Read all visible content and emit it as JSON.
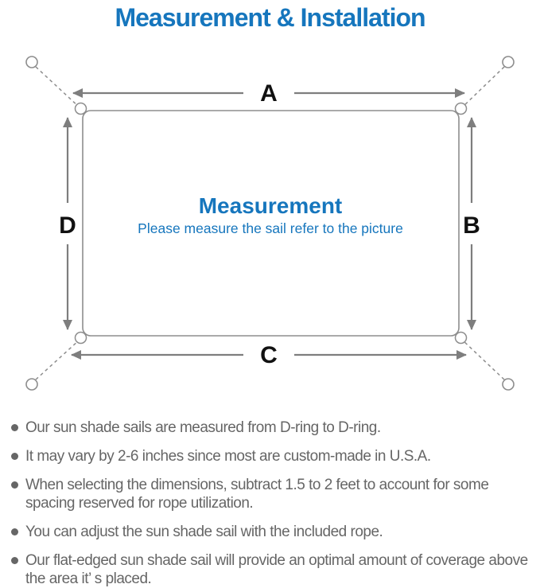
{
  "title": "Measurement & Installation",
  "diagram": {
    "label_a": "A",
    "label_b": "B",
    "label_c": "C",
    "label_d": "D",
    "center_title": "Measurement",
    "center_subtitle": "Please measure the sail refer to the picture"
  },
  "notes": [
    "Our sun shade sails are measured from D-ring to D-ring.",
    "It may vary by 2-6 inches since most are custom-made in U.S.A.",
    "When selecting the dimensions, subtract 1.5 to 2 feet to account for some spacing reserved for rope utilization.",
    "You can adjust the sun shade sail with the included rope.",
    "Our flat-edged sun shade sail will provide an optimal amount of coverage above the area it’ s placed."
  ],
  "colors": {
    "accent_blue": "#1676bd",
    "line_gray": "#7e7e7e",
    "outline_gray": "#8d8d8d",
    "label_black": "#111111",
    "note_gray": "#666666"
  }
}
